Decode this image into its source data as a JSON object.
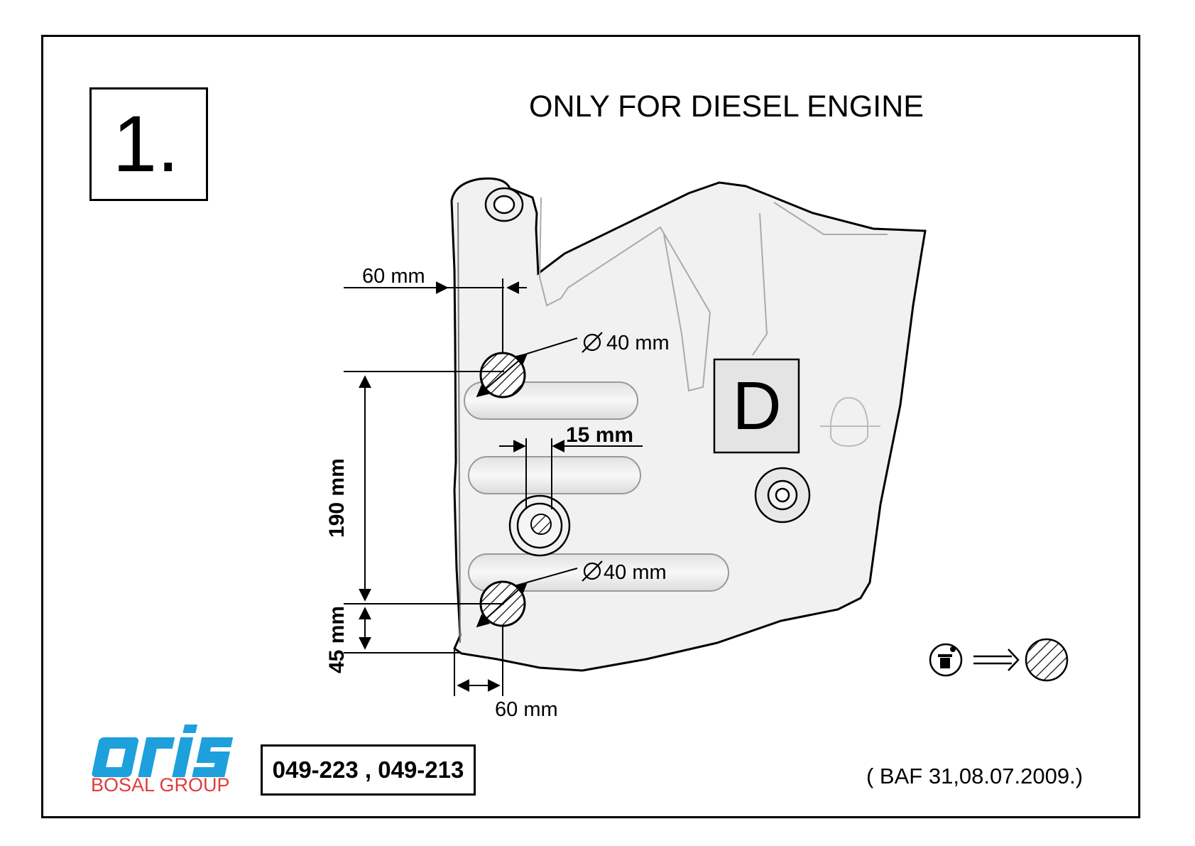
{
  "step": {
    "number": "1."
  },
  "title": "ONLY FOR DIESEL ENGINE",
  "panel": {
    "mark": "D"
  },
  "dimensions": {
    "top_offset": "60 mm",
    "hole1_diameter": "40 mm",
    "slot_width": "15 mm",
    "vertical_spacing": "190 mm",
    "hole2_diameter": "40 mm",
    "bottom_offset": "45 mm",
    "bottom_horizontal": "60 mm"
  },
  "legend": {
    "icons": [
      "trash-bin-icon",
      "arrow-right-icon",
      "hatched-circle-icon"
    ]
  },
  "brand": {
    "logo": "oris",
    "group": "BOSAL GROUP",
    "logo_color": "#1ea0dc",
    "group_color": "#e23b3b"
  },
  "part_numbers": "049-223 , 049-213",
  "reference": "( BAF 31,08.07.2009.)"
}
